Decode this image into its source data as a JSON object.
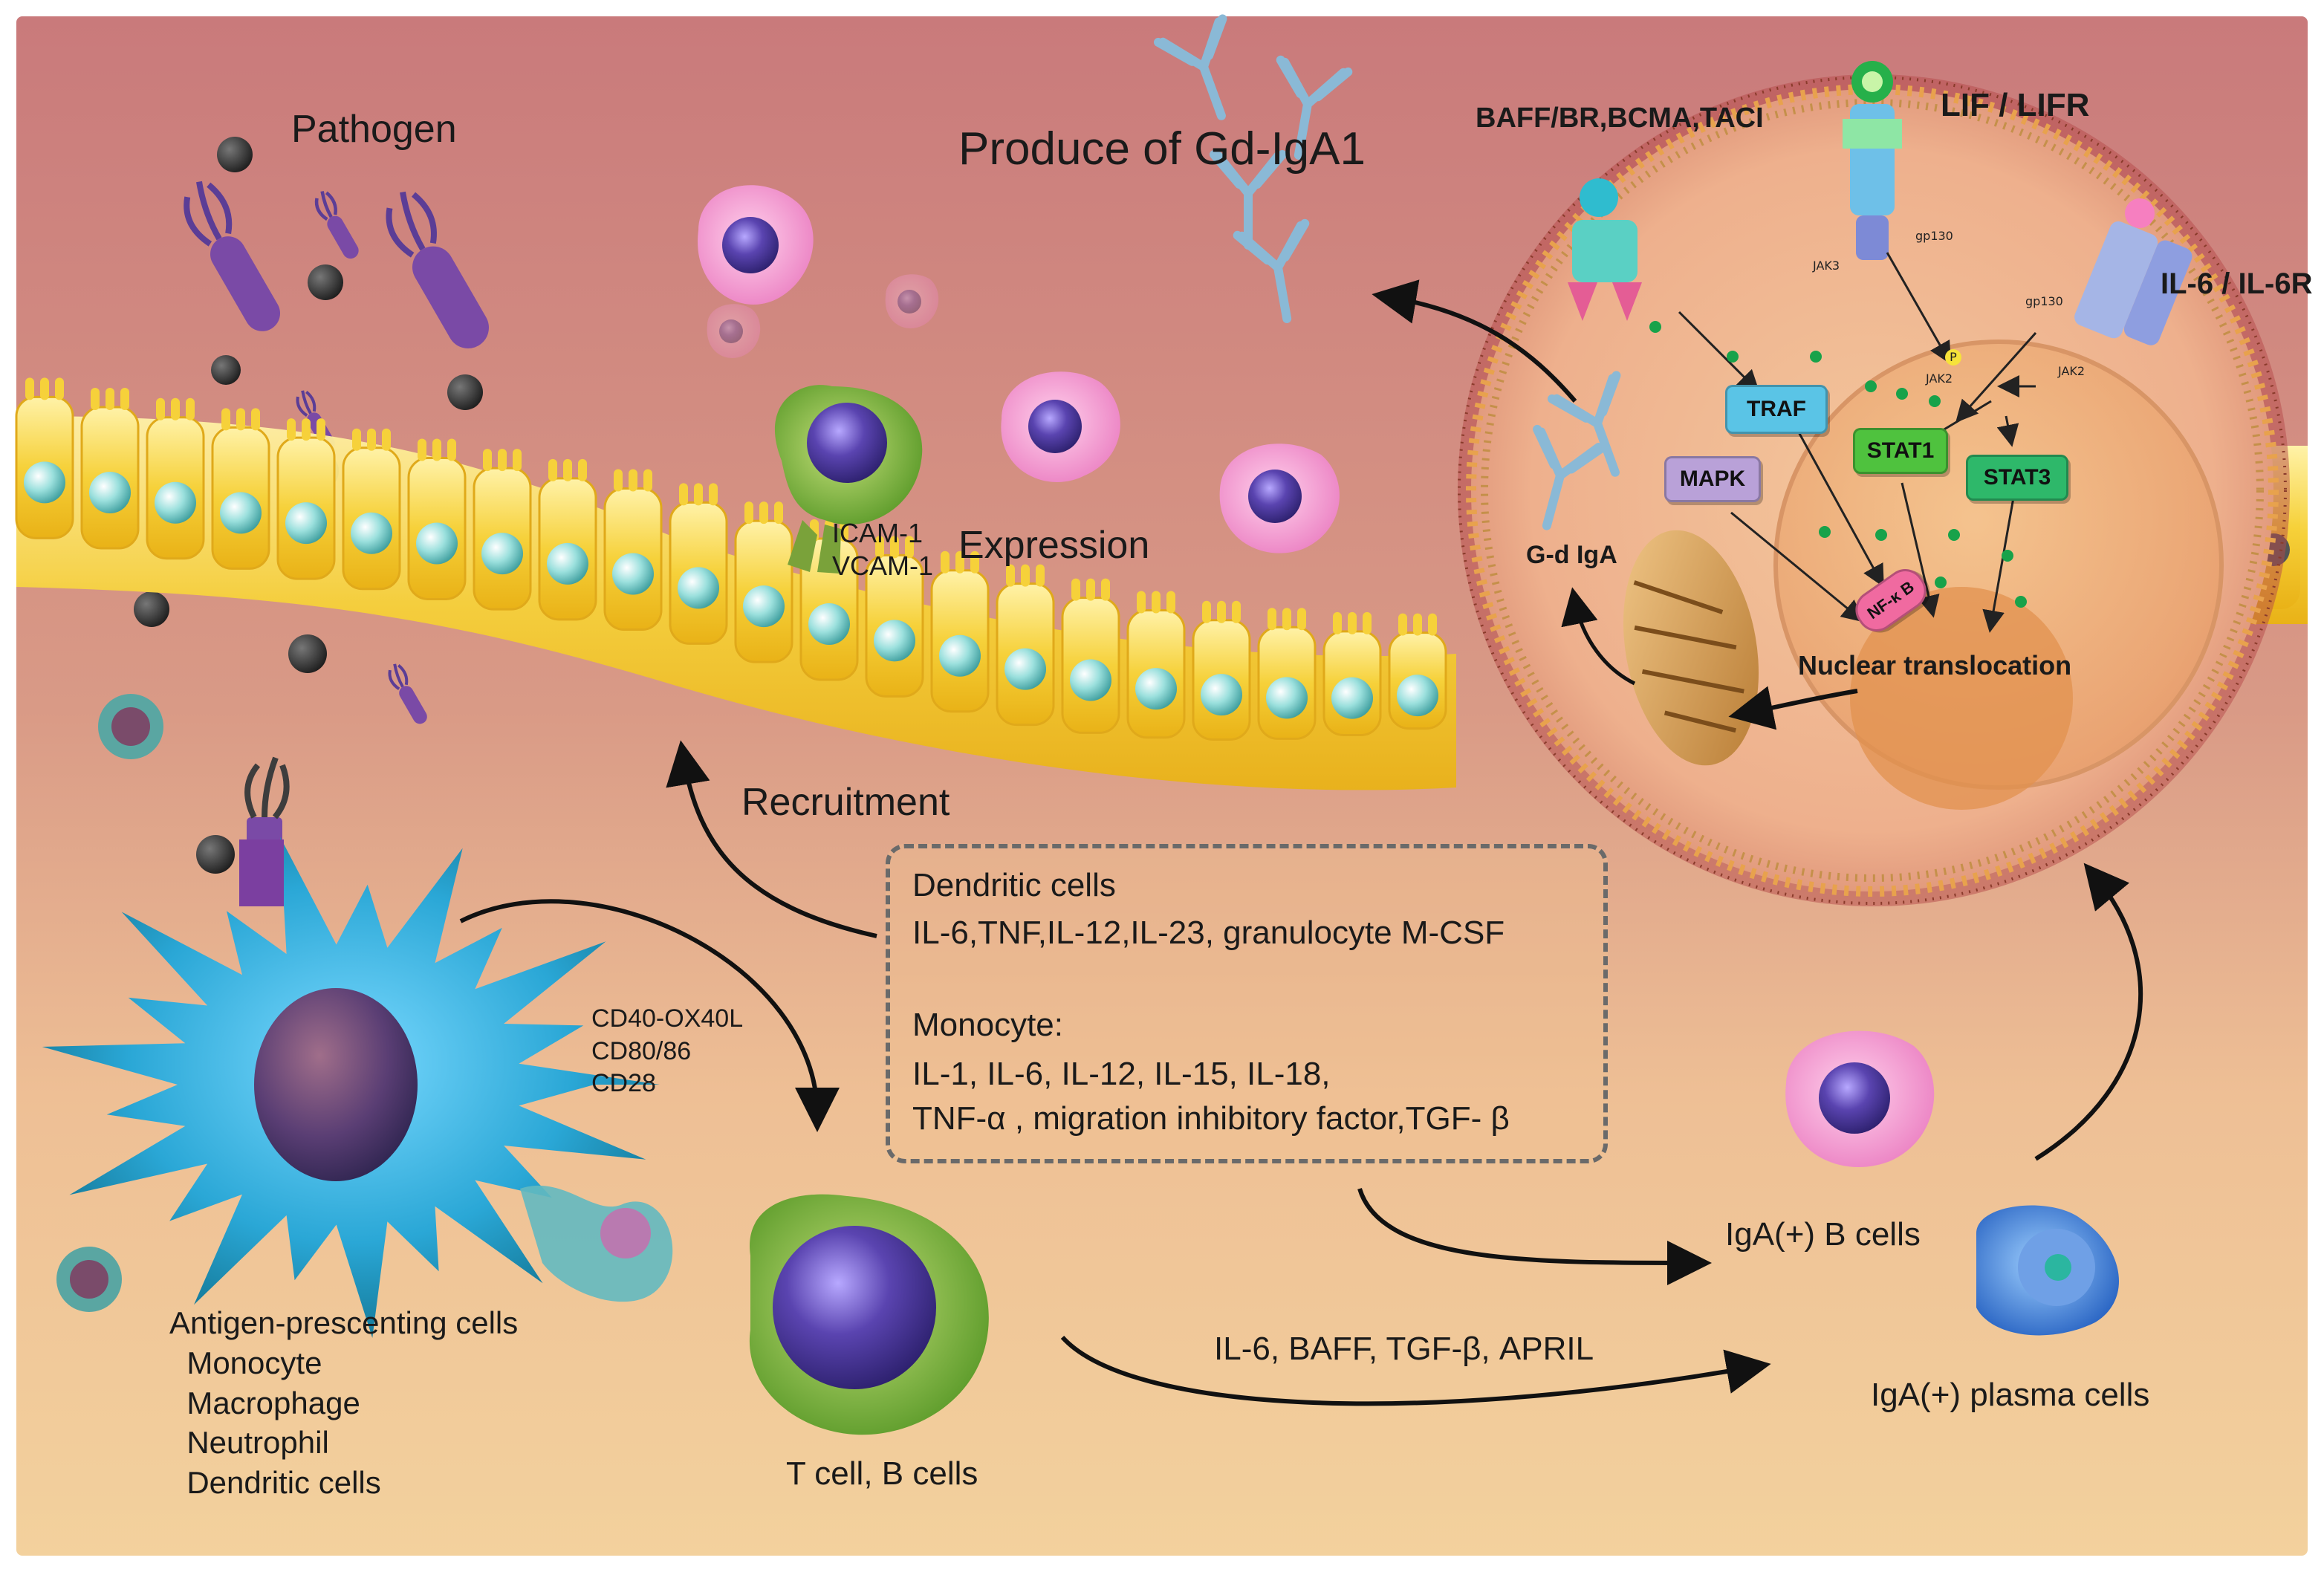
{
  "title": "Produce of Gd-IgA1",
  "colors": {
    "bg_top": "#c97a7b",
    "bg_bottom": "#f2cf9c",
    "epithelium": "#f6d13a",
    "cell_pink": "#f08ac4",
    "dendritic_teal": "#2bb6c9",
    "nucleus_purple": "#4b3a8f",
    "membrane": "#c5904a",
    "traf": "#5ac4e6",
    "mapk": "#b9a1d8",
    "stat1": "#4fc23e",
    "stat3": "#2eb86a",
    "nfkb": "#f06aa0"
  },
  "labels": {
    "pathogen": "Pathogen",
    "produce": "Produce of Gd-IgA1",
    "baff_receptors": "BAFF/BR,BCMA,TACI",
    "lif": "LIF / LIFR",
    "il6r": "IL-6 / IL-6R",
    "gp130_top": "gp130",
    "gp130_mid": "gp130",
    "jak3": "JAK3",
    "jak2_center": "JAK2",
    "jak2_right": "JAK2",
    "p": "P",
    "traf": "TRAF",
    "mapk": "MAPK",
    "stat1": "STAT1",
    "stat3": "STAT3",
    "nfkb": "NF-κ B",
    "gd_iga": "G-d IgA",
    "nuclear": "Nuclear translocation",
    "icam": "ICAM-1",
    "vcam": "VCAM-1",
    "expression": "Expression",
    "recruitment": "Recruitment",
    "costim": "CD40-OX40L\nCD80/86\nCD28",
    "apc": "Antigen-prescenting cells\n  Monocyte\n  Macrophage\n  Neutrophil\n  Dendritic cells",
    "tb": "T cell, B cells",
    "cytokines": "IL-6, BAFF, TGF-β, APRIL",
    "igab": "IgA(+) B cells",
    "igaplasma": "IgA(+) plasma cells"
  },
  "box": {
    "dc_title": "Dendritic cells",
    "dc_list": "IL-6,TNF,IL-12,IL-23, granulocyte M-CSF",
    "mono_title": "Monocyte:",
    "mono_list1": "IL-1, IL-6, IL-12, IL-15, IL-18,",
    "mono_list2": "TNF-α , migration inhibitory factor,TGF- β"
  }
}
